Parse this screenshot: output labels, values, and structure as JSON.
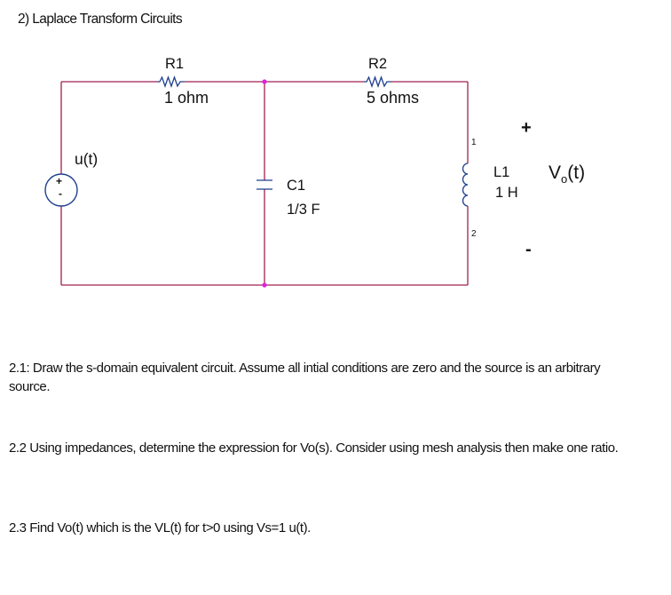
{
  "title": "2) Laplace Transform Circuits",
  "circuit": {
    "source": {
      "label": "u(t)",
      "symbol": "+",
      "minus": "-"
    },
    "r1": {
      "name": "R1",
      "value": "1 ohm"
    },
    "r2": {
      "name": "R2",
      "value": "5 ohms"
    },
    "c1": {
      "name": "C1",
      "value": "1/3 F"
    },
    "l1": {
      "name": "L1",
      "value": "1 H",
      "pin1": "1",
      "pin2": "2"
    },
    "output": {
      "plus": "+",
      "v": "V",
      "sub": "o",
      "rest": "(t)",
      "minus": "-"
    }
  },
  "questions": [
    "2.1: Draw the s-domain equivalent circuit. Assume all intial conditions are zero and the source is an arbitrary source.",
    "2.2 Using impedances, determine the expression for Vo(s). Consider using mesh analysis then make one ratio.",
    "2.3 Find Vo(t) which is the VL(t) for t>0 using Vs=1 u(t)."
  ],
  "colors": {
    "wire": "#a02050",
    "component": "#1f3f8f",
    "node": "#e020e0"
  }
}
